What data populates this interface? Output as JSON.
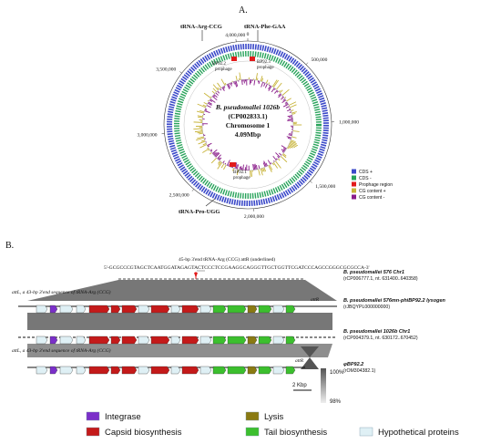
{
  "panel_a": {
    "label": "A.",
    "trna_top_left": "tRNA-Arg-CCG",
    "trna_top_right": "tRNA-Phe-GAA",
    "trna_bottom": "tRNA-Pro-UGG",
    "center": {
      "species": "B. pseudomallei 1026b",
      "accession": "(CP002833.1)",
      "chrom": "Chromosome 1",
      "size": "4.09Mbp"
    },
    "ticks": [
      "4,000,000",
      "0",
      "500,000",
      "1,000,000",
      "1,500,000",
      "2,000,000",
      "2,500,000",
      "3,000,000",
      "3,500,000"
    ],
    "prophages": [
      {
        "name": "BP92.2",
        "sub": "prophage"
      },
      {
        "name": "BP92.3",
        "sub": "prophage"
      },
      {
        "name": "BP92.1",
        "sub": "prophage"
      }
    ],
    "legend": [
      {
        "label": "CDS +",
        "color": "#3b49c9"
      },
      {
        "label": "CDS -",
        "color": "#27a35a"
      },
      {
        "label": "Prophage region",
        "color": "#e21b1b"
      },
      {
        "label": "CG content +",
        "color": "#c8b43a"
      },
      {
        "label": "CG content -",
        "color": "#8a1c8a"
      }
    ]
  },
  "panel_b": {
    "label": "B.",
    "seq_note": "45-bp 3'end tRNA-Arg (CCG) attR (underlined)",
    "sequence": "5'-GCGCCCGTAGCTCAATGGATAGAGTACTCCCTCCGAAGGCAGGGTTGCTGGTTCGATCCCAGCCGGGCGCGCCA-3'",
    "attL_top": "attL, a 43-bp 3'end sequence of tRNA-Arg (CCG)",
    "attR_top": "attR",
    "attL_bottom": "attL, a 43-bp 3'end sequence of tRNA-Arg (CCG)",
    "attR_bottom": "attR",
    "tracks": [
      {
        "name": "B. pseudomallei 576 Chr1",
        "id": "(rCP006777.1, nt. 631400..640358)"
      },
      {
        "name": "B. pseudomallei 576mn-phiBP92.2 lysogen",
        "id": "(rJBQYPL000000000)"
      },
      {
        "name": "B. pseudomallei 1026b Chr1",
        "id": "(rCP004379.1, nt. 630172..670452)"
      },
      {
        "name": "φBP92.2",
        "id": "(rOM304382.1)"
      }
    ],
    "scale_bar": "2 Kbp",
    "identity_top": "100%",
    "identity_bottom": "98%"
  },
  "legend_b": [
    {
      "label": "Integrase",
      "color": "#7b2fc9"
    },
    {
      "label": "Lysis",
      "color": "#8a7a12"
    },
    {
      "label": "Capsid biosynthesis",
      "color": "#c41a1a"
    },
    {
      "label": "Tail biosynthesis",
      "color": "#3cbf2e"
    },
    {
      "label": "Hypothetical proteins",
      "color": "#dff0f5"
    }
  ]
}
